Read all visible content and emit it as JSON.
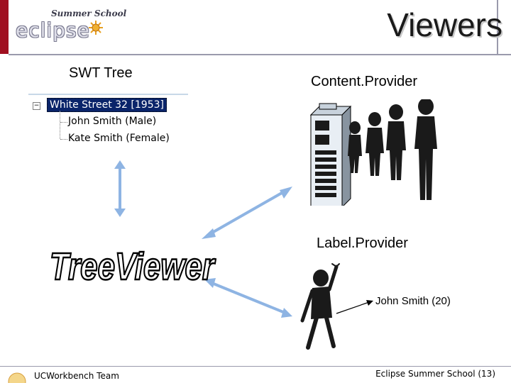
{
  "header": {
    "title": "Viewers",
    "logo_brand": "eclipse",
    "logo_event": "Summer School"
  },
  "labels": {
    "swt_tree": "SWT Tree",
    "content_provider": "Content.Provider",
    "label_provider": "Label.Provider",
    "treeviewer": "TreeViewer",
    "label_example": "John Smith (20)"
  },
  "tree": {
    "root": "White Street 32 [1953]",
    "children": [
      "John Smith (Male)",
      "Kate Smith (Female)"
    ],
    "expander": "−"
  },
  "footer": {
    "left": "UCWorkbench Team",
    "right": "Eclipse Summer School (13)"
  },
  "colors": {
    "accent_red": "#a01020",
    "arrow_blue": "#8eb4e3",
    "selection": "#0a246a"
  }
}
